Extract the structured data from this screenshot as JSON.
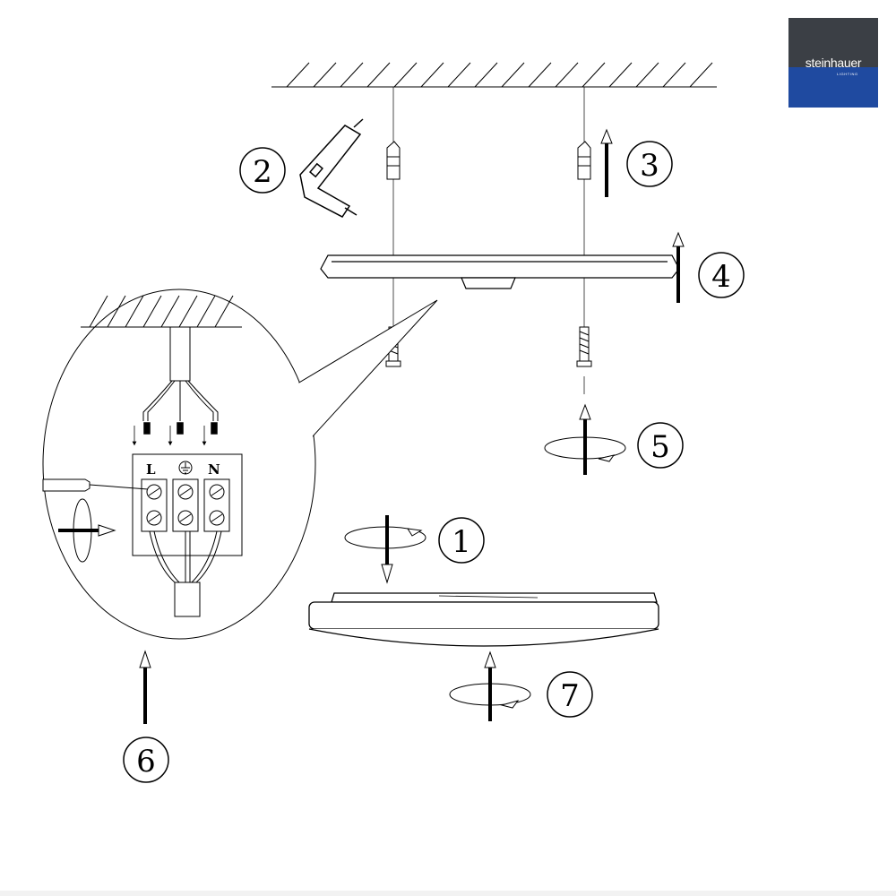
{
  "brand": {
    "name": "steinhauer",
    "tagline": "LIGHTING"
  },
  "steps": {
    "step1": "1",
    "step2": "2",
    "step3": "3",
    "step4": "4",
    "step5": "5",
    "step6": "6",
    "step7": "7"
  },
  "terminal": {
    "live": "L",
    "neutral": "N"
  },
  "colors": {
    "line": "#000000",
    "logo_dark": "#3b3f45",
    "logo_blue": "#1f4aa0"
  }
}
